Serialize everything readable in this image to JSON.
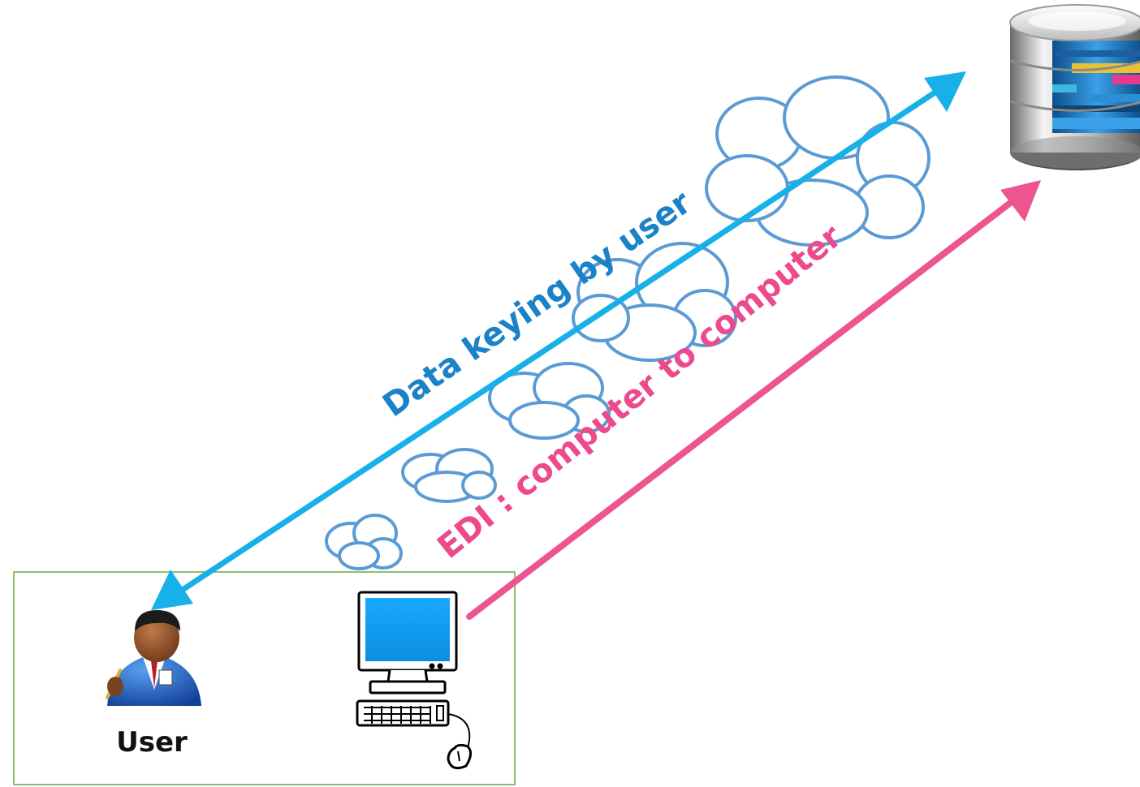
{
  "labels": {
    "manual_path": "Data keying by user",
    "edi_path": "EDI : computer to computer",
    "user": "User"
  },
  "colors": {
    "manual_arrow": "#17b0e8",
    "manual_text": "#1a82c8",
    "edi_arrow": "#ec5590",
    "edi_text": "#ec4a8c",
    "cloud_stroke": "#5b9bd5",
    "box_border": "#8dc06a",
    "screen": "#0b9bf2"
  },
  "icons": {
    "database": "database-icon",
    "user": "user-icon",
    "computer": "computer-icon",
    "cloud": "cloud-icon"
  }
}
